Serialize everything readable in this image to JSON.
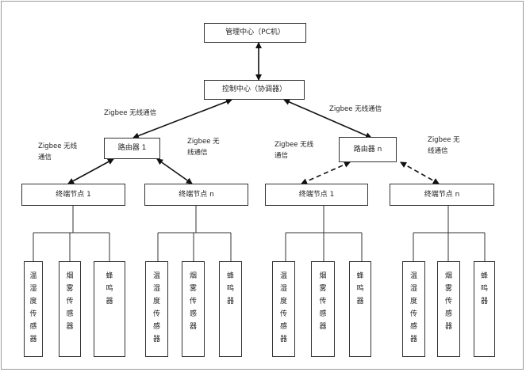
{
  "nodes": {
    "management": "管理中心（PC机）",
    "control": "控制中心（协调器）",
    "router_1": "路由器 1",
    "router_n": "路由器 n",
    "terminal_1": "终端节点 1",
    "terminal_n": "终端节点 n"
  },
  "sensors": {
    "temp_humidity": "温湿度传感器",
    "smoke": "烟雾传感器",
    "buzzer": "蜂鸣器"
  },
  "links": {
    "zigbee_wireless": "Zigbee 无线通信"
  }
}
